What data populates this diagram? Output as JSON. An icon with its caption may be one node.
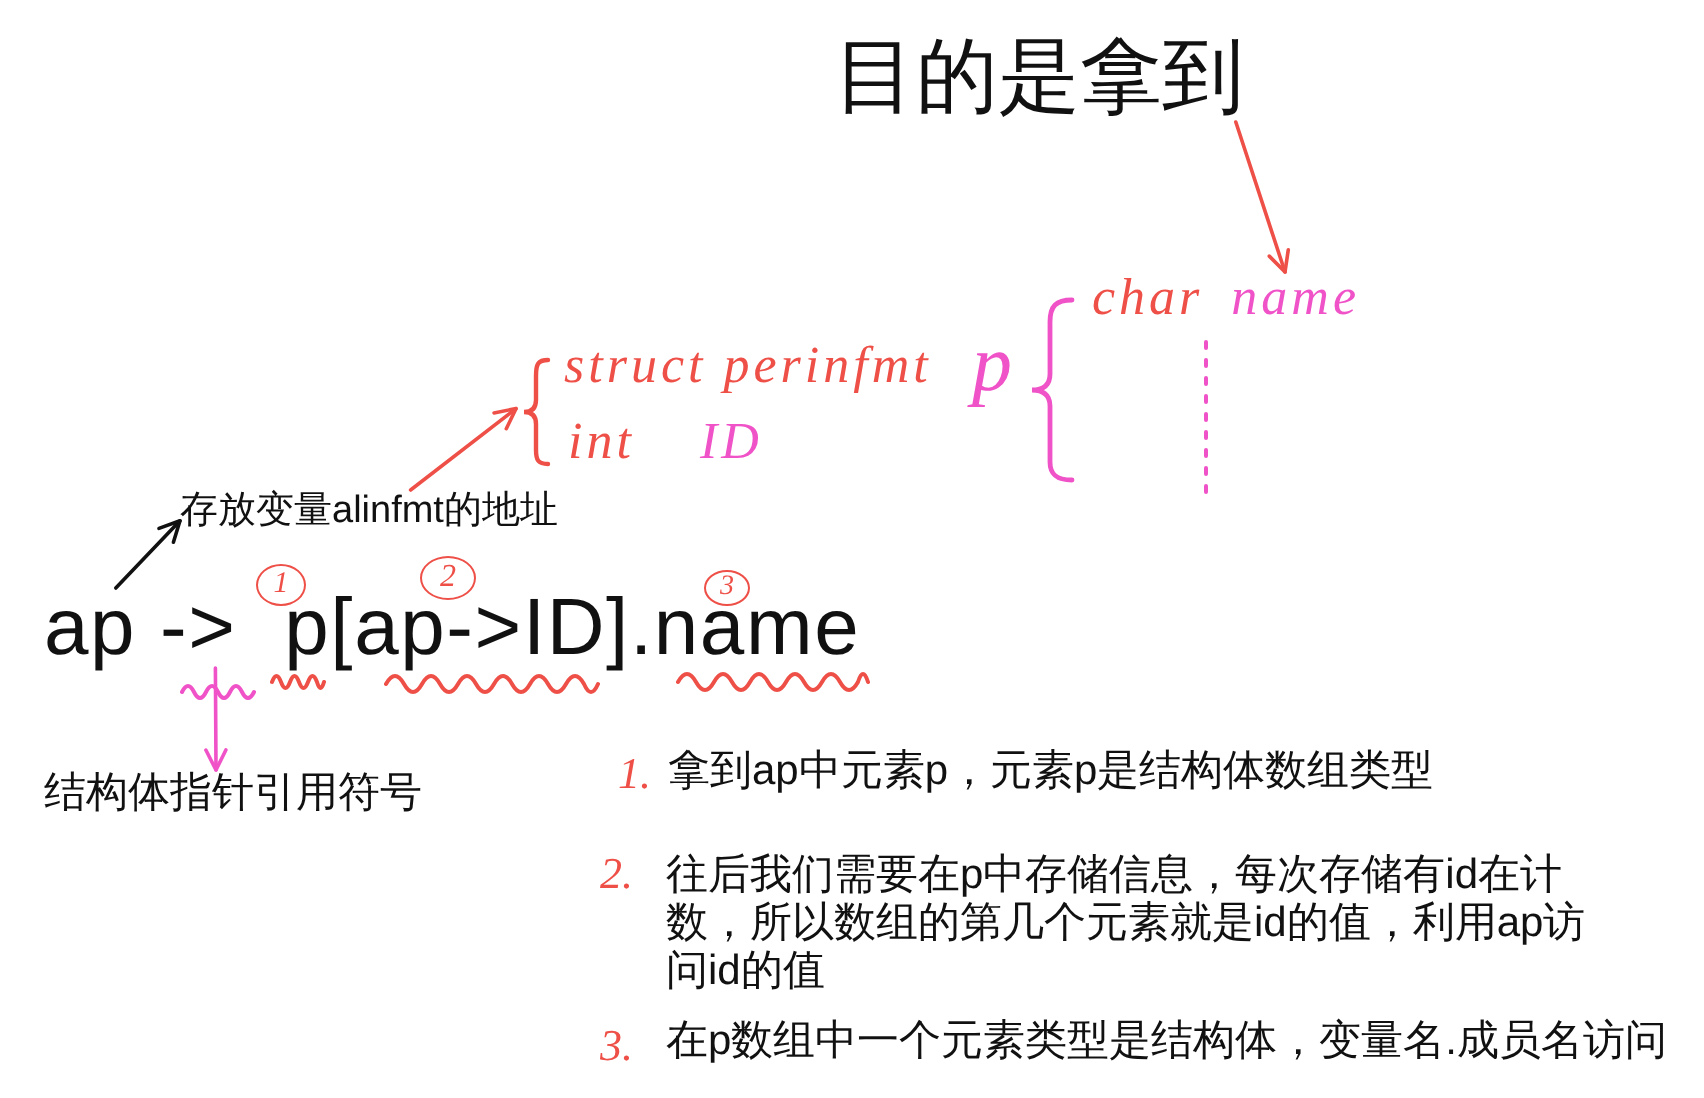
{
  "diagram": {
    "nodes": [
      {
        "text": [
          "目的是拿到"
        ]
      },
      {
        "text": [
          "char",
          "name"
        ]
      },
      {
        "text": [
          "struct perinfmt",
          "int",
          "ID"
        ]
      },
      {
        "text": [
          "存放变量alinfmt的地址"
        ]
      },
      {
        "text": [
          "1"
        ]
      },
      {
        "text": [
          "2"
        ]
      },
      {
        "text": [
          "3"
        ]
      },
      {
        "text": [
          "ap ->  p[ap->ID].name"
        ]
      },
      {
        "text": [
          "结构体指针引用符号"
        ]
      }
    ],
    "edges": [
      {
        "from": 0,
        "to": 1,
        "arrow": "to",
        "color": "#ee5048"
      },
      {
        "from": 3,
        "to": 2,
        "arrow": "to",
        "color": "#ee5048"
      },
      {
        "from": 7,
        "to": 3,
        "arrow": "to",
        "color": "#111111"
      },
      {
        "from": 7,
        "to": 8,
        "arrow": "to",
        "color": "#f052c8"
      }
    ],
    "labels": [
      "p",
      "1.",
      "拿到ap中元素p，元素p是结构体数组类型",
      "2.",
      "往后我们需要在p中存储信息，每次存储有id在计数，所以数组的第几个元素就是id的值，利用ap访问id的值",
      "3.",
      "在p数组中一个元素类型是结构体，变量名.成员名访问"
    ]
  }
}
